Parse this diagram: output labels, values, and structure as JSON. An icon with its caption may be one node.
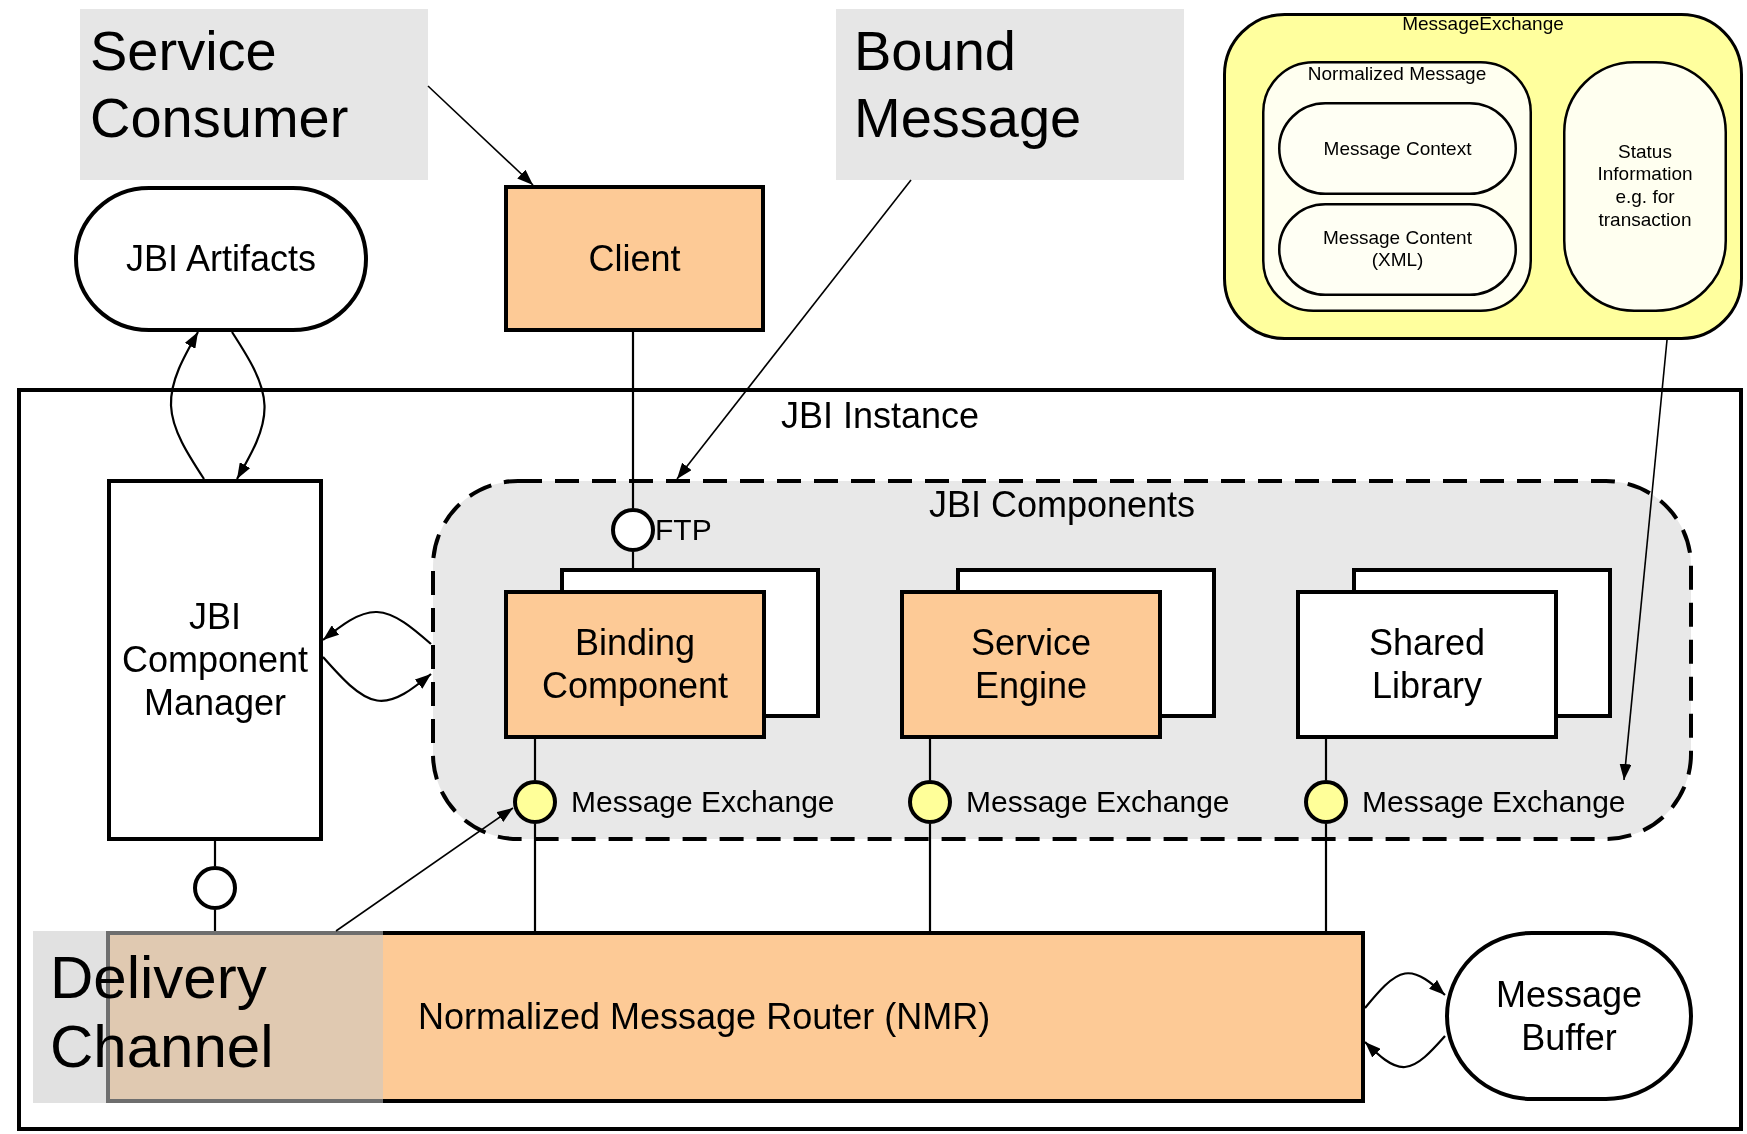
{
  "diagram": {
    "nodes": [
      {
        "text": [
          "Service Consumer"
        ]
      },
      {
        "text": [
          "Bound Message"
        ]
      },
      {
        "text": [
          "MessageExchange"
        ]
      },
      {
        "text": [
          "Normalized Message"
        ],
        "in": 2
      },
      {
        "text": [
          "Message Context"
        ],
        "in": 3
      },
      {
        "text": [
          "Message Content (XML)"
        ],
        "in": 3
      },
      {
        "text": [
          "Status Information e.g. for transaction"
        ],
        "in": 2
      },
      {
        "text": [
          "JBI Artifacts"
        ]
      },
      {
        "text": [
          "Client"
        ]
      },
      {
        "text": [
          "JBI Instance"
        ]
      },
      {
        "text": [
          "JBI Component Manager"
        ],
        "in": 9
      },
      {
        "text": [
          "JBI Components"
        ],
        "in": 9
      },
      {
        "text": [],
        "shape": "circle",
        "beside": [
          "FTP"
        ],
        "in": 11
      },
      {
        "text": [
          "Binding Component"
        ],
        "in": 11
      },
      {
        "text": [
          "Service Engine"
        ],
        "in": 11
      },
      {
        "text": [
          "Shared Library"
        ],
        "in": 11
      },
      {
        "text": [],
        "shape": "circle",
        "beside": [
          "Message Exchange"
        ],
        "in": 11
      },
      {
        "text": [],
        "shape": "circle",
        "beside": [
          "Message Exchange"
        ],
        "in": 11
      },
      {
        "text": [],
        "shape": "circle",
        "beside": [
          "Message Exchange"
        ],
        "in": 11
      },
      {
        "text": [],
        "shape": "circle",
        "in": 9
      },
      {
        "text": [
          "Normalized Message Router (NMR)"
        ],
        "in": 9
      },
      {
        "text": [
          "Delivery Channel"
        ],
        "in": 9
      },
      {
        "text": [
          "Message Buffer"
        ],
        "in": 9
      }
    ],
    "edges": [
      {
        "from": 0,
        "to": 8,
        "arrow": "to"
      },
      {
        "from": 1,
        "to": 11,
        "arrow": "to"
      },
      {
        "from": 2,
        "to": 18,
        "arrow": "to"
      },
      {
        "from": 10,
        "to": 7,
        "arrow": "to"
      },
      {
        "from": 7,
        "to": 10,
        "arrow": "to"
      },
      {
        "from": 11,
        "to": 10,
        "arrow": "to"
      },
      {
        "from": 10,
        "to": 11,
        "arrow": "to"
      },
      {
        "from": 8,
        "to": 12,
        "arrow": "none"
      },
      {
        "from": 12,
        "to": 13,
        "arrow": "none"
      },
      {
        "from": 13,
        "to": 16,
        "arrow": "none"
      },
      {
        "from": 14,
        "to": 17,
        "arrow": "none"
      },
      {
        "from": 15,
        "to": 18,
        "arrow": "none"
      },
      {
        "from": 16,
        "to": 20,
        "arrow": "none"
      },
      {
        "from": 17,
        "to": 20,
        "arrow": "none"
      },
      {
        "from": 18,
        "to": 20,
        "arrow": "none"
      },
      {
        "from": 21,
        "to": 16,
        "arrow": "to"
      },
      {
        "from": 10,
        "to": 19,
        "arrow": "none"
      },
      {
        "from": 19,
        "to": 20,
        "arrow": "none"
      },
      {
        "from": 20,
        "to": 22,
        "arrow": "to"
      },
      {
        "from": 22,
        "to": 20,
        "arrow": "to"
      }
    ]
  }
}
